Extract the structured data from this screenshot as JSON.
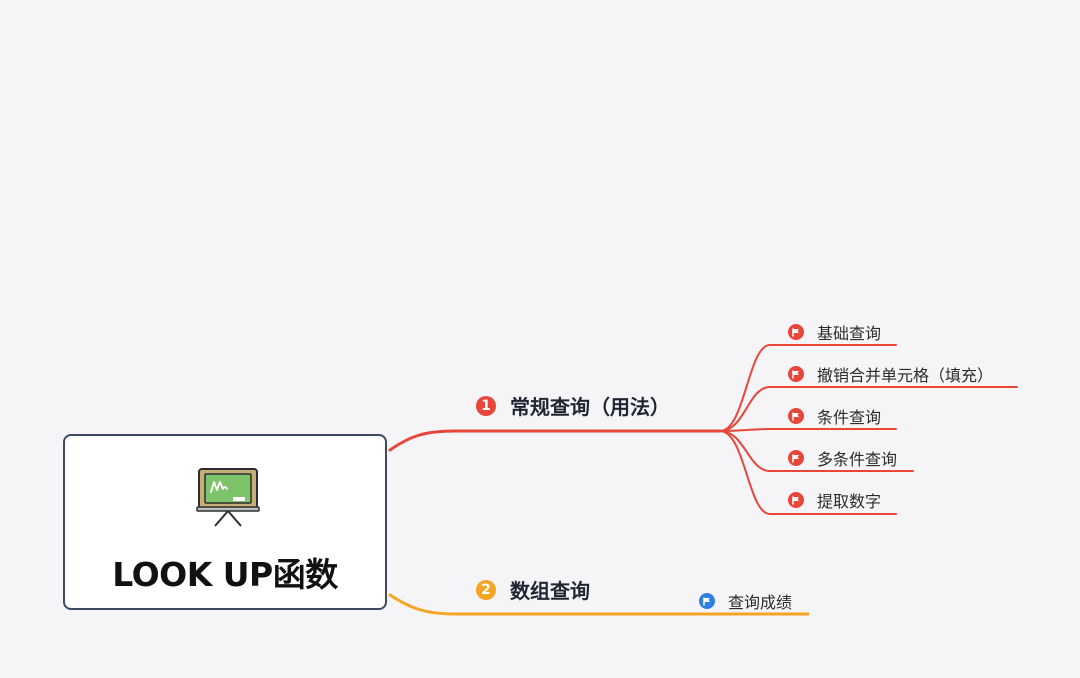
{
  "root": {
    "title": "LOOK UP函数",
    "icon": "chalkboard-icon"
  },
  "branches": [
    {
      "number": "1",
      "label": "常规查询（用法）",
      "color": "#e8463a",
      "children": [
        {
          "label": "基础查询",
          "icon": "flag-icon"
        },
        {
          "label": "撤销合并单元格（填充）",
          "icon": "flag-icon"
        },
        {
          "label": "条件查询",
          "icon": "flag-icon"
        },
        {
          "label": "多条件查询",
          "icon": "flag-icon"
        },
        {
          "label": "提取数字",
          "icon": "flag-icon"
        }
      ]
    },
    {
      "number": "2",
      "label": "数组查询",
      "color": "#f5a524",
      "children": [
        {
          "label": "查询成绩",
          "icon": "flag-icon",
          "icon_color": "#2f7fe0"
        }
      ]
    }
  ]
}
